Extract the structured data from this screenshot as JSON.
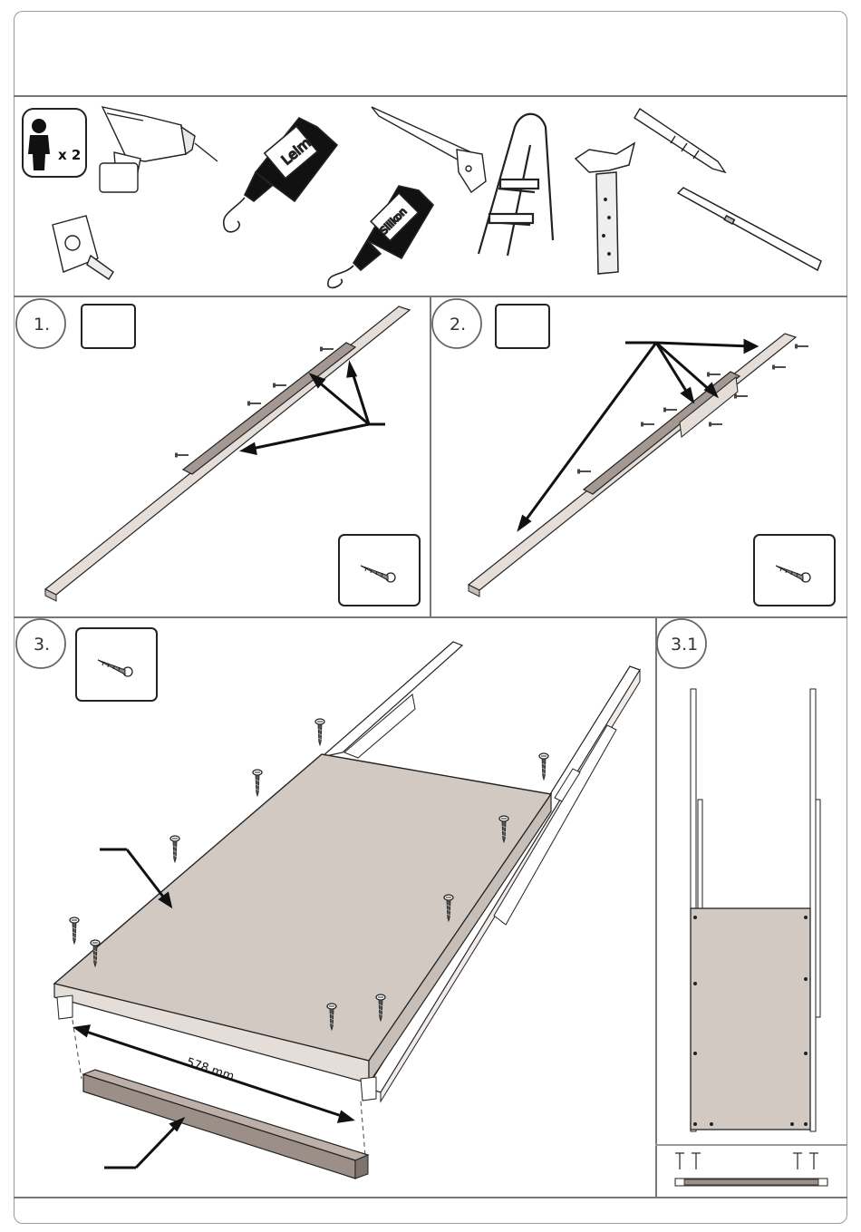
{
  "header": {
    "people_count": "x 2"
  },
  "tools": {
    "glue_label": "Leim",
    "silicone_label": "Silikon"
  },
  "steps": [
    {
      "id": "1",
      "label": "1."
    },
    {
      "id": "2",
      "label": "2."
    },
    {
      "id": "3",
      "label": "3."
    },
    {
      "id": "3.1",
      "label": "3.1"
    }
  ],
  "dimensions": {
    "width_label": "578 mm"
  },
  "colors": {
    "board": "#d2c9c3",
    "beam_light": "#e4ddd8",
    "beam_dark": "#9b8f87",
    "line": "#222222"
  }
}
